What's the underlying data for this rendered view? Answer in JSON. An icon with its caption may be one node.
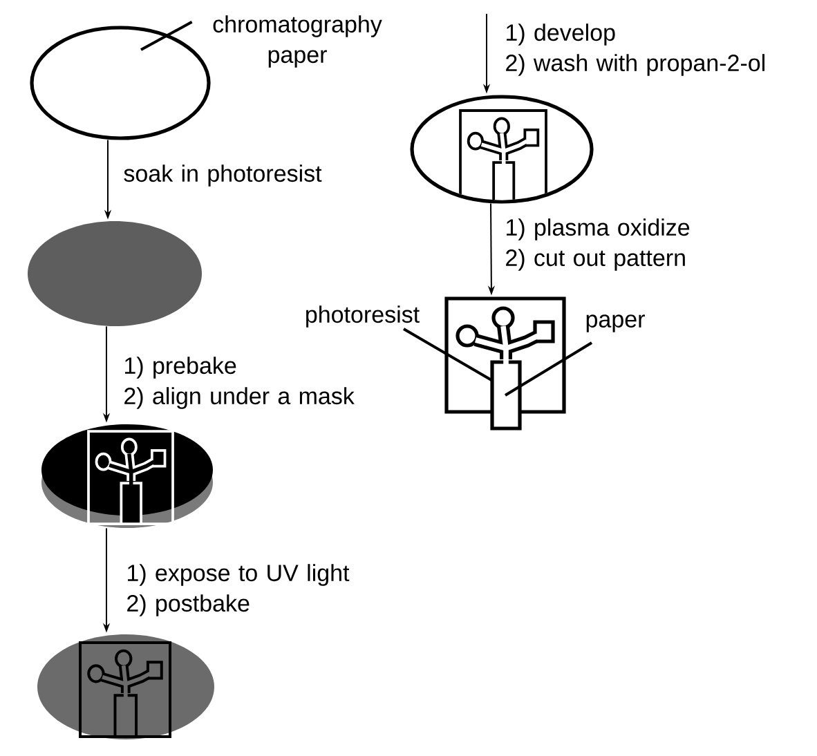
{
  "diagram": {
    "nodes": [
      {
        "text": [
          "chromatography paper"
        ]
      },
      {
        "text": [],
        "shape": "ellipse"
      },
      {
        "text": [],
        "shape": "ellipse"
      },
      {
        "text": [],
        "shape": "disc"
      },
      {
        "text": [],
        "shape": "ellipse"
      },
      {
        "text": [],
        "shape": "ellipse"
      },
      {
        "text": [],
        "shape": "picture"
      },
      {
        "text": [
          "photoresist"
        ]
      },
      {
        "text": [
          "paper"
        ]
      }
    ],
    "edges": [
      {
        "from": 0,
        "to": 1,
        "arrow": "none"
      },
      {
        "from": 1,
        "to": 2,
        "arrow": "to",
        "label": "soak in photoresist"
      },
      {
        "from": 2,
        "to": 3,
        "arrow": "to",
        "label": "1) prebake 2) align under a mask"
      },
      {
        "from": 3,
        "to": 4,
        "arrow": "to",
        "label": "1) expose to UV light 2) postbake"
      },
      {
        "from": null,
        "to": 5,
        "arrow": "to",
        "label": "1) develop 2) wash with propan-2-ol"
      },
      {
        "from": 5,
        "to": 6,
        "arrow": "to",
        "label": "1) plasma oxidize 2) cut out pattern"
      },
      {
        "from": 7,
        "to": 6,
        "arrow": "none"
      },
      {
        "from": 8,
        "to": 6,
        "arrow": "none"
      }
    ]
  }
}
